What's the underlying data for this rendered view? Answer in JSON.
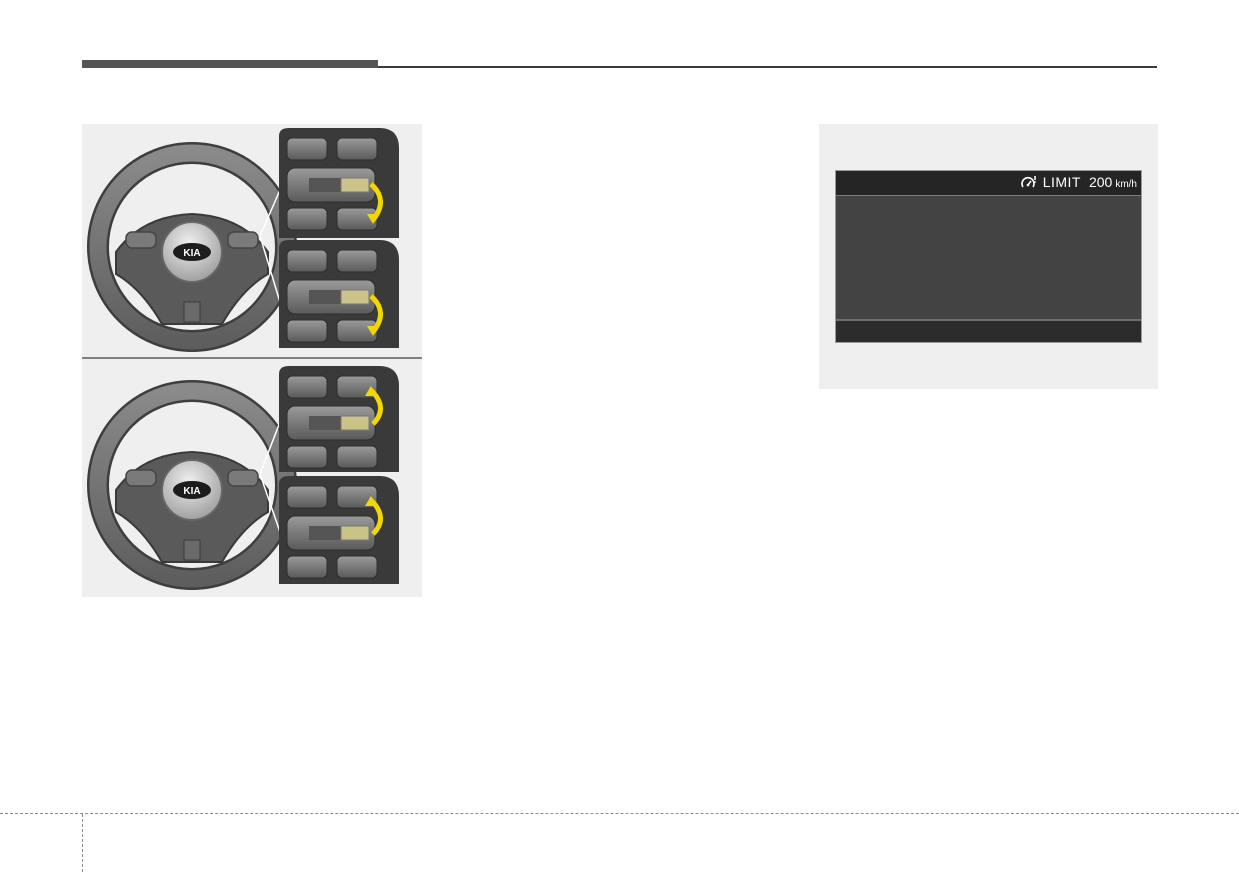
{
  "steering_figure": {
    "logo_text": "KIA",
    "icons": [
      "steering-wheel-icon",
      "cruise-switch-icon",
      "arrow-down-icon",
      "arrow-up-icon"
    ],
    "arrow_color": "#f2d700"
  },
  "cluster_display": {
    "limit_label": "LIMIT",
    "limit_value": "200",
    "limit_unit": "km/h",
    "icon": "speed-limiter-icon"
  },
  "colors": {
    "page_bg": "#ffffff",
    "figure_bg": "#efefef",
    "screen_bg": "#434343",
    "screen_bar": "#252525",
    "header_bar": "#555555"
  }
}
